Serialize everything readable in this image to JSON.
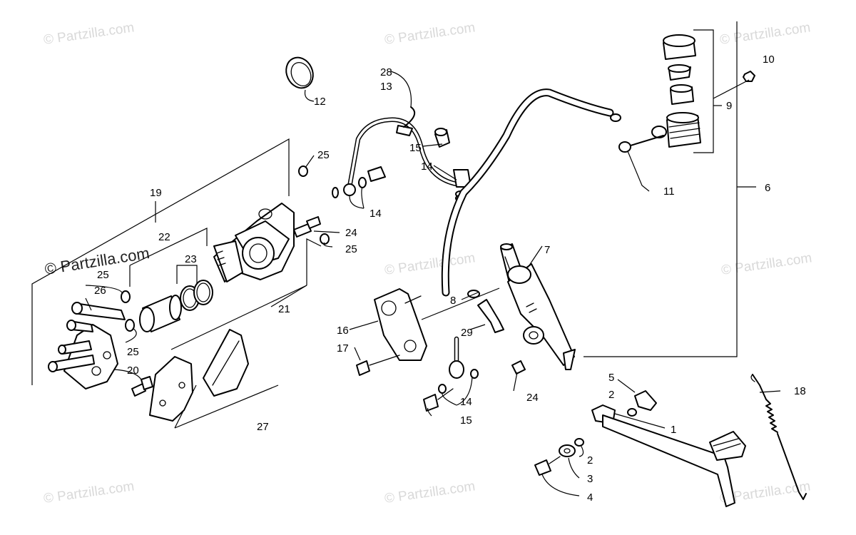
{
  "watermark": {
    "text": "© Partzilla.com",
    "featured_text": "© Partzilla.com"
  },
  "callouts": [
    "1",
    "2",
    "2",
    "3",
    "4",
    "5",
    "6",
    "7",
    "8",
    "9",
    "10",
    "11",
    "12",
    "13",
    "14",
    "14",
    "14",
    "15",
    "15",
    "16",
    "17",
    "18",
    "19",
    "20",
    "21",
    "22",
    "23",
    "24",
    "24",
    "25",
    "25",
    "25",
    "25",
    "26",
    "27",
    "28",
    "29"
  ],
  "parts": [
    {
      "id": "1",
      "name": "brake-pedal"
    },
    {
      "id": "2",
      "name": "washer"
    },
    {
      "id": "3",
      "name": "washer"
    },
    {
      "id": "4",
      "name": "bolt"
    },
    {
      "id": "5",
      "name": "spring-clip"
    },
    {
      "id": "6",
      "name": "master-cylinder-assembly"
    },
    {
      "id": "7",
      "name": "master-cylinder"
    },
    {
      "id": "8",
      "name": "hose-clamp"
    },
    {
      "id": "9",
      "name": "reservoir-assembly"
    },
    {
      "id": "10",
      "name": "nut"
    },
    {
      "id": "11",
      "name": "screw"
    },
    {
      "id": "12",
      "name": "snap-ring"
    },
    {
      "id": "13",
      "name": "brake-hose"
    },
    {
      "id": "14",
      "name": "gasket"
    },
    {
      "id": "15",
      "name": "banjo-bolt"
    },
    {
      "id": "16",
      "name": "mounting-bracket"
    },
    {
      "id": "17",
      "name": "bolt"
    },
    {
      "id": "18",
      "name": "return-spring"
    },
    {
      "id": "19",
      "name": "caliper-assembly"
    },
    {
      "id": "20",
      "name": "bolt"
    },
    {
      "id": "21",
      "name": "caliper-body"
    },
    {
      "id": "22",
      "name": "piston-kit"
    },
    {
      "id": "23",
      "name": "seal-kit"
    },
    {
      "id": "24",
      "name": "bleeder-valve"
    },
    {
      "id": "25",
      "name": "o-ring"
    },
    {
      "id": "26",
      "name": "caliper-bracket"
    },
    {
      "id": "27",
      "name": "brake-pad-set"
    },
    {
      "id": "28",
      "name": "hose-clip"
    },
    {
      "id": "29",
      "name": "fitting"
    }
  ],
  "colors": {
    "line": "#000000",
    "background": "#ffffff",
    "watermark": "#d9d9d9"
  }
}
